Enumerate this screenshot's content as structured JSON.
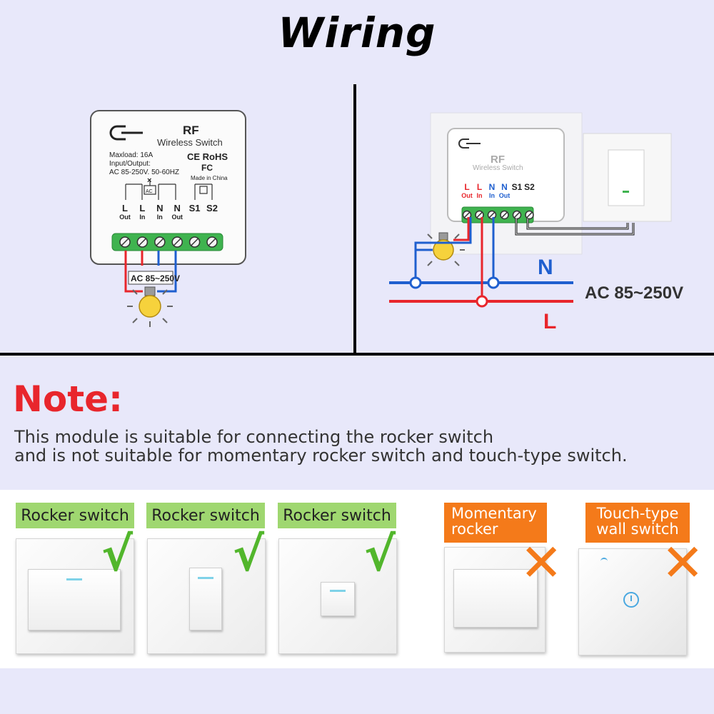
{
  "title": "Wiring",
  "left_module": {
    "brand": "RF",
    "name": "Wireless Switch",
    "maxload": "Maxload: 16A",
    "io_label": "Input/Output:",
    "io_value": "AC 85-250V. 50-60HZ",
    "cert_ce_rohs": "CE RoHS",
    "cert_fc": "FC",
    "made_in": "Made in China",
    "ac_box": "AC",
    "terminals": [
      {
        "top": "L",
        "bottom": "Out"
      },
      {
        "top": "L",
        "bottom": "In"
      },
      {
        "top": "N",
        "bottom": "In"
      },
      {
        "top": "N",
        "bottom": "Out"
      },
      {
        "top": "S1",
        "bottom": ""
      },
      {
        "top": "S2",
        "bottom": ""
      }
    ],
    "supply_label": "AC 85~250V"
  },
  "right_module": {
    "brand": "RF",
    "name": "Wireless Switch",
    "terminals": [
      {
        "top": "L",
        "bottom": "Out"
      },
      {
        "top": "L",
        "bottom": "In"
      },
      {
        "top": "N",
        "bottom": "In"
      },
      {
        "top": "N",
        "bottom": "Out"
      },
      {
        "top": "S1",
        "bottom": ""
      },
      {
        "top": "S2",
        "bottom": ""
      }
    ],
    "neutral_label": "N",
    "live_label": "L",
    "supply_label": "AC 85~250V"
  },
  "colors": {
    "live": "#e8262c",
    "neutral": "#1f5fcf",
    "terminal_green": "#3fb34f",
    "ok_green": "#52b62c",
    "bad_orange": "#f47a1a"
  },
  "note": {
    "title": "Note:",
    "line1": "This module is suitable for connecting the rocker switch",
    "line2": "and is not suitable for momentary rocker switch and touch-type switch."
  },
  "switch_types": [
    {
      "label": "Rocker switch",
      "mark": "√",
      "suitable": true
    },
    {
      "label": "Rocker switch",
      "mark": "√",
      "suitable": true
    },
    {
      "label": "Rocker switch",
      "mark": "√",
      "suitable": true
    },
    {
      "label_line1": "Momentary",
      "label_line2": "rocker",
      "mark": "✕",
      "suitable": false
    },
    {
      "label_line1": "Touch-type",
      "label_line2": "wall switch",
      "mark": "✕",
      "suitable": false
    }
  ]
}
